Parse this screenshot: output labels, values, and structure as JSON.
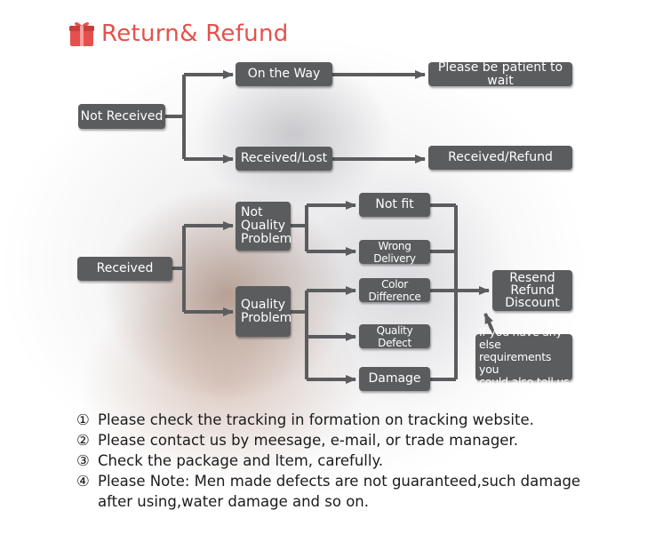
{
  "header": {
    "title": "Return& Refund",
    "icon": "gift-box-icon",
    "color": "#e4514d"
  },
  "flow": {
    "node_color": "#5b5c5e",
    "line_color": "#5b5c5e",
    "not_received": "Not Received",
    "on_the_way": "On the Way",
    "patient": "Please be patient to wait",
    "received_lost": "Received/Lost",
    "received_refund": "Received/Refund",
    "received": "Received",
    "not_quality": "Not\nQuality\nProblem",
    "quality": "Quality\nProblem",
    "not_fit": "Not fit",
    "wrong_delivery": "Wrong Delivery",
    "color_difference": "Color Difference",
    "quality_defect": "Quality Defect",
    "damage": "Damage",
    "resend": "Resend\nRefund\nDiscount",
    "requirements": "If you have any else\nrequirements you\ncould also tell us"
  },
  "notes": [
    {
      "num": "①",
      "text": "Please check the tracking in formation on tracking website."
    },
    {
      "num": "②",
      "text": "Please contact us by meesage, e-mail, or trade manager."
    },
    {
      "num": "③",
      "text": "Check the package and ltem, carefully."
    },
    {
      "num": "④",
      "text": "Please Note: Men made defects  are not guaranteed,such damage\nafter using,water damage and so on."
    }
  ]
}
